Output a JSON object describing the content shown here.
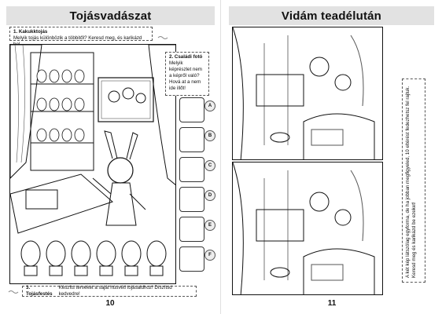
{
  "left_page": {
    "title": "Tojásvadászat",
    "task1": {
      "number_title": "1. Kakukktojás",
      "text": "Melyik tojás különbözik a többitől? Keresd meg, és karikázd be!"
    },
    "task2": {
      "number_title": "2. Családi fotó",
      "text": "Melyik képrészlet nem a képről való? Hová at a nem ide illőt!"
    },
    "task3": {
      "number_title": "3. Tojásfestés",
      "text": "Készíts terveket a saját húsvéti tojásaidhoz! Díszítsd kedvedre!"
    },
    "puzzle_letters": [
      "A",
      "B",
      "C",
      "D",
      "E",
      "F"
    ],
    "page_number": "10"
  },
  "right_page": {
    "title": "Vidám teadélután",
    "side_text": "A két kép látszólag egyforma, de ha jobban megfigyeled, 10 eltérést fedezhetsz fel rajtuk. Keresd meg és karikázd be ezeket!",
    "page_number": "11"
  }
}
